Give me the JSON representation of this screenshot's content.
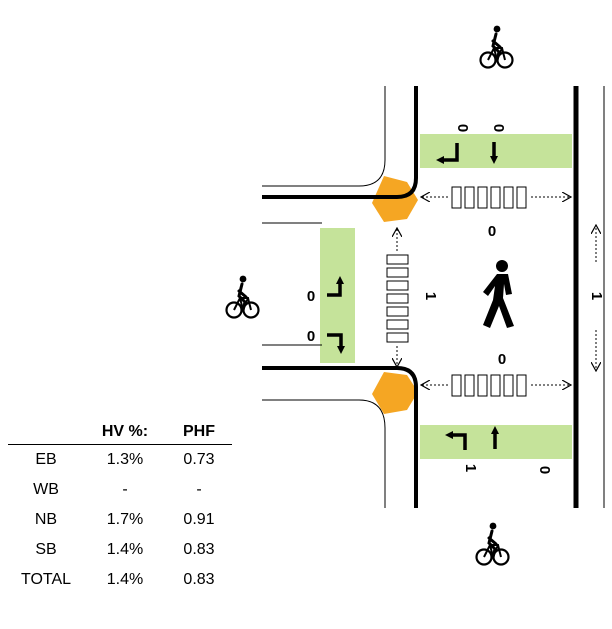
{
  "counts": {
    "south_leg_left_turn": "0",
    "south_leg_through": "0",
    "west_leg_left_turn": "0",
    "west_leg_right_turn": "0",
    "north_leg_left_turn": "1",
    "north_leg_through": "0",
    "ped_north_crossing": "0",
    "ped_south_crossing": "0",
    "ped_west_crossing": "1",
    "ped_east_crossing": "1"
  },
  "colors": {
    "turn_lane_fill": "#c5e39a",
    "corner_fill": "#f5a623",
    "road_line": "#000000"
  },
  "icons": [
    "bicycle-icon",
    "pedestrian-icon"
  ],
  "table": {
    "headers": [
      "",
      "HV %:",
      "PHF"
    ],
    "rows": [
      [
        "EB",
        "1.3%",
        "0.73"
      ],
      [
        "WB",
        "-",
        "-"
      ],
      [
        "NB",
        "1.7%",
        "0.91"
      ],
      [
        "SB",
        "1.4%",
        "0.83"
      ],
      [
        "TOTAL",
        "1.4%",
        "0.83"
      ]
    ]
  }
}
